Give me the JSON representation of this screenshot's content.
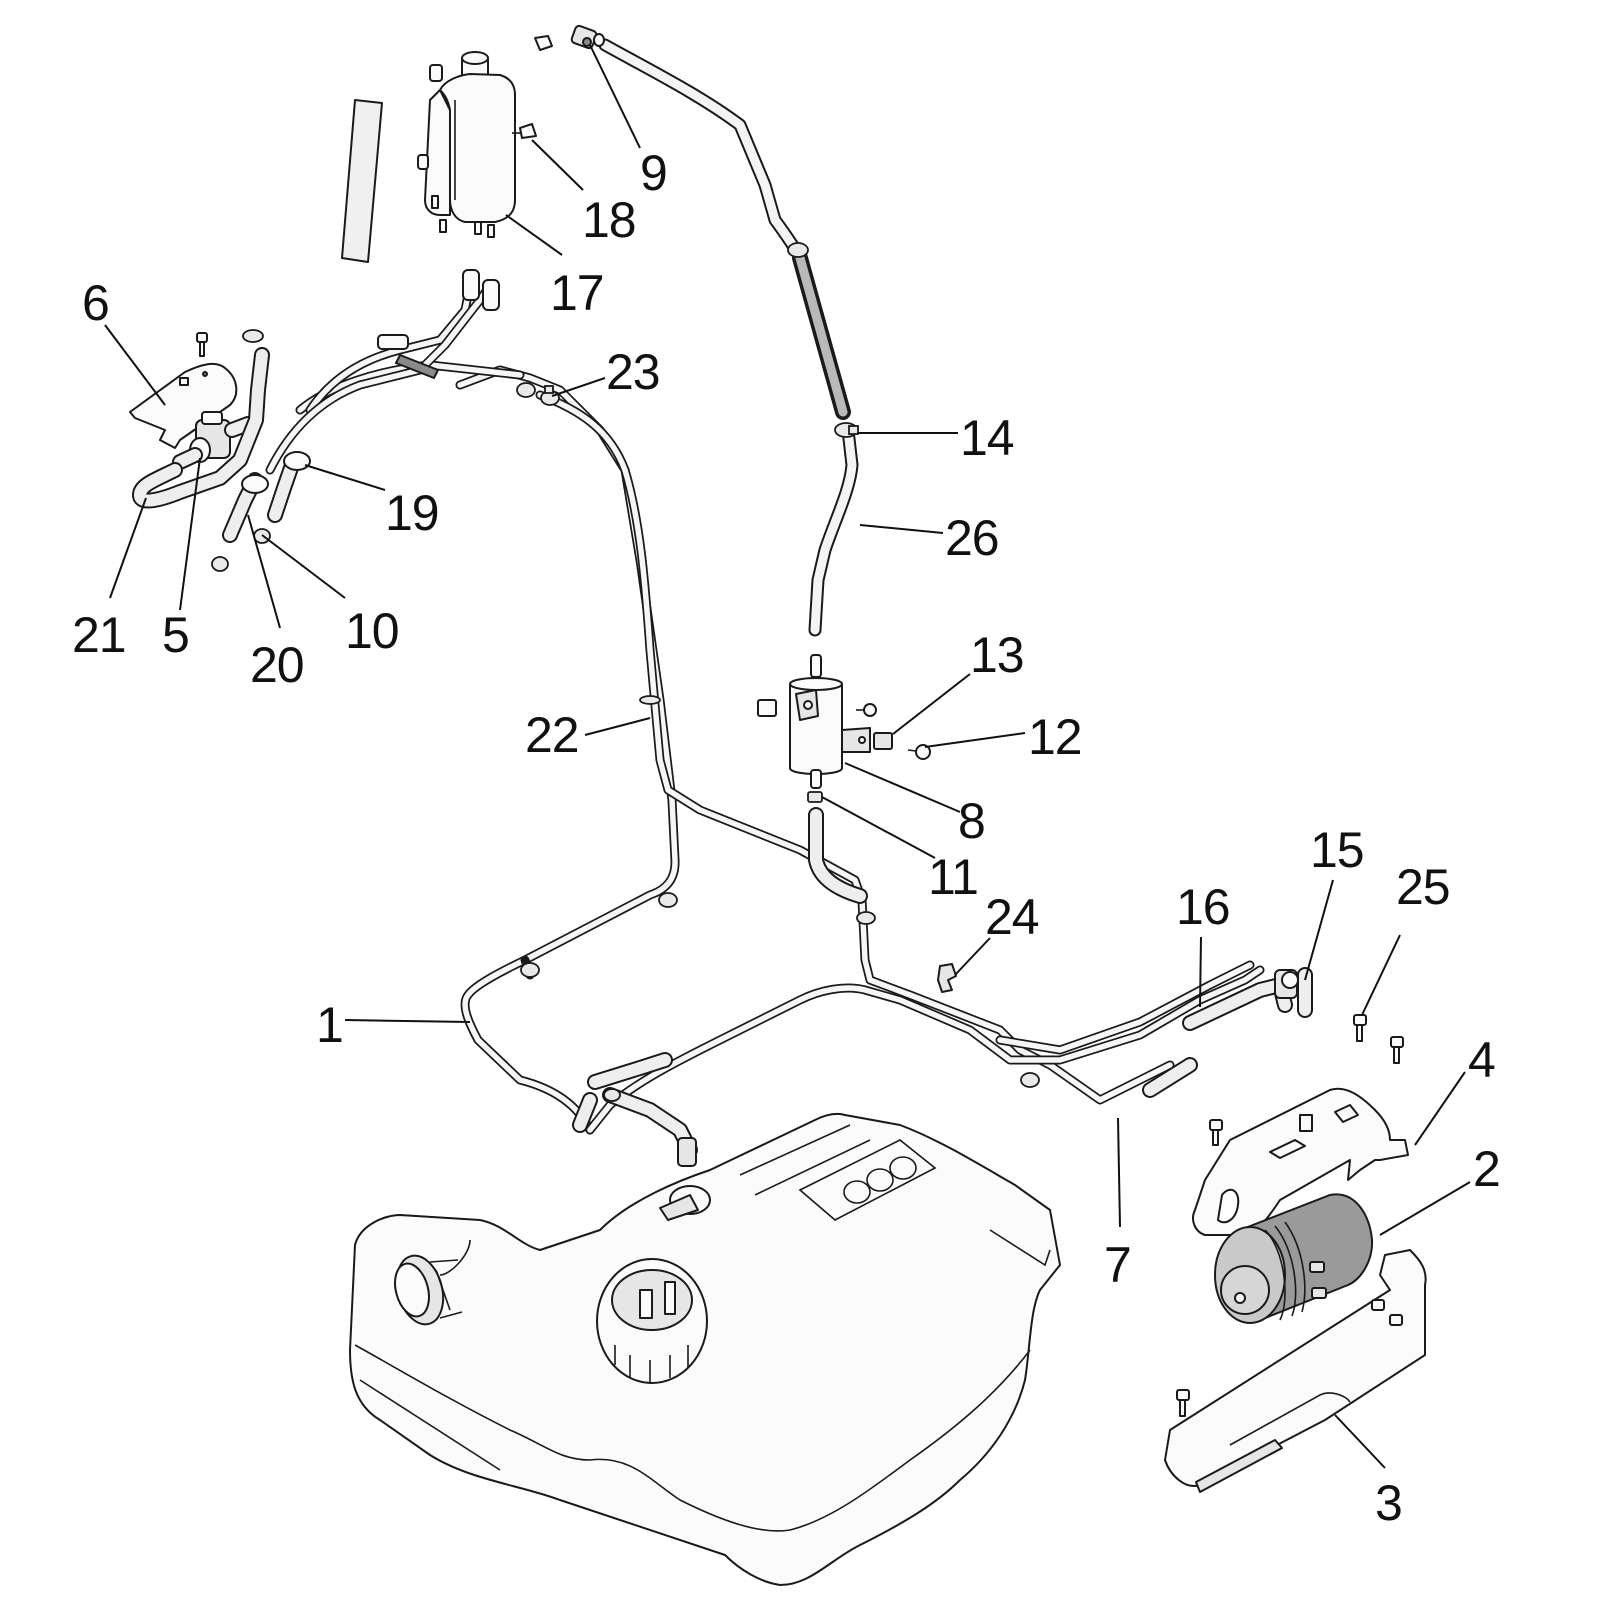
{
  "diagram": {
    "type": "exploded-parts-view",
    "subject": "fuel tank and fuel/vapor line assembly",
    "colors": {
      "line": "#1a1a1a",
      "fill": "#fbfbfb",
      "shade": "#e6e6e6",
      "dark": "#8a8a8a",
      "background": "#ffffff"
    }
  },
  "callouts": [
    {
      "id": "c1",
      "label": "1"
    },
    {
      "id": "c2",
      "label": "2"
    },
    {
      "id": "c3",
      "label": "3"
    },
    {
      "id": "c4",
      "label": "4"
    },
    {
      "id": "c5",
      "label": "5"
    },
    {
      "id": "c6",
      "label": "6"
    },
    {
      "id": "c7",
      "label": "7"
    },
    {
      "id": "c8",
      "label": "8"
    },
    {
      "id": "c9",
      "label": "9"
    },
    {
      "id": "c10",
      "label": "10"
    },
    {
      "id": "c11",
      "label": "11"
    },
    {
      "id": "c12",
      "label": "12"
    },
    {
      "id": "c13",
      "label": "13"
    },
    {
      "id": "c14",
      "label": "14"
    },
    {
      "id": "c15",
      "label": "15"
    },
    {
      "id": "c16",
      "label": "16"
    },
    {
      "id": "c17",
      "label": "17"
    },
    {
      "id": "c18",
      "label": "18"
    },
    {
      "id": "c19",
      "label": "19"
    },
    {
      "id": "c20",
      "label": "20"
    },
    {
      "id": "c21",
      "label": "21"
    },
    {
      "id": "c22",
      "label": "22"
    },
    {
      "id": "c23",
      "label": "23"
    },
    {
      "id": "c24",
      "label": "24"
    },
    {
      "id": "c25",
      "label": "25"
    },
    {
      "id": "c26",
      "label": "26"
    }
  ]
}
